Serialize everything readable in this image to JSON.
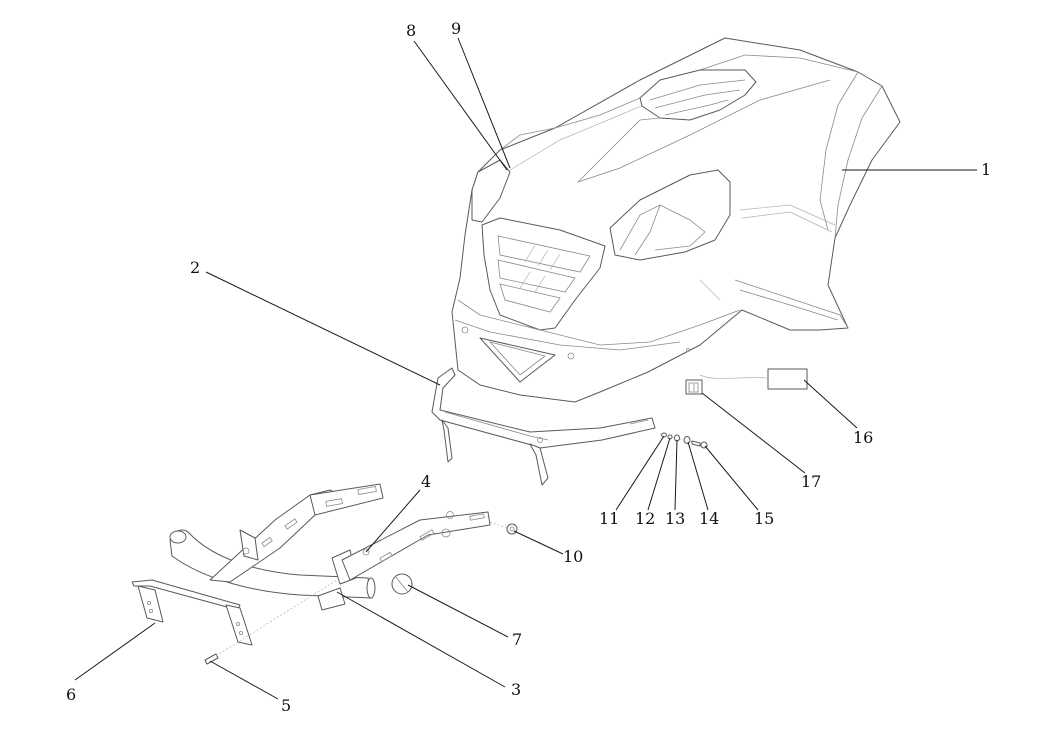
{
  "callouts": [
    {
      "id": "1",
      "label": "1"
    },
    {
      "id": "2",
      "label": "2"
    },
    {
      "id": "3",
      "label": "3"
    },
    {
      "id": "4",
      "label": "4"
    },
    {
      "id": "5",
      "label": "5"
    },
    {
      "id": "6",
      "label": "6"
    },
    {
      "id": "7",
      "label": "7"
    },
    {
      "id": "8",
      "label": "8"
    },
    {
      "id": "9",
      "label": "9"
    },
    {
      "id": "10",
      "label": "10"
    },
    {
      "id": "11",
      "label": "11"
    },
    {
      "id": "12",
      "label": "12"
    },
    {
      "id": "13",
      "label": "13"
    },
    {
      "id": "14",
      "label": "14"
    },
    {
      "id": "15",
      "label": "15"
    },
    {
      "id": "16",
      "label": "16"
    },
    {
      "id": "17",
      "label": "17"
    }
  ],
  "colors": {
    "line": "#5a5a5a",
    "leader": "#1a1a1a",
    "text": "#111111",
    "background": "#ffffff"
  }
}
